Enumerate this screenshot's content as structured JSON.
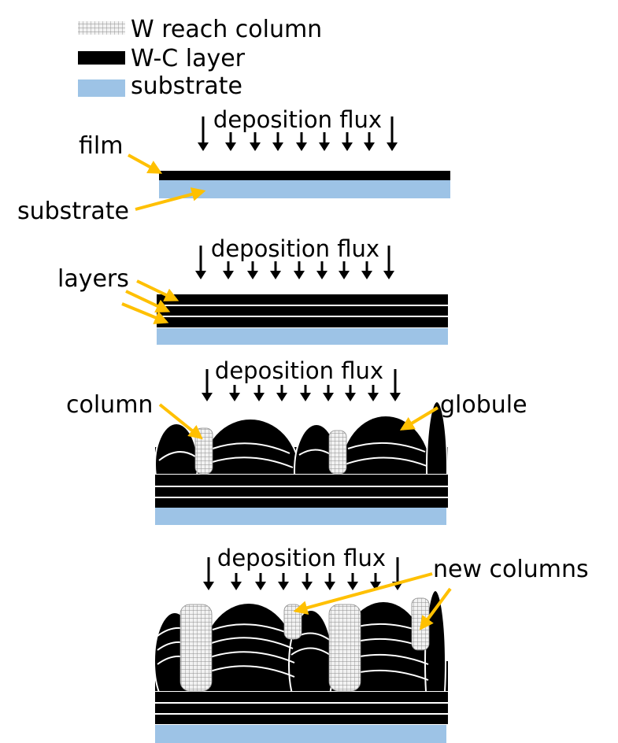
{
  "legend": {
    "items": [
      {
        "label": "W reach column",
        "swatch": "grid"
      },
      {
        "label": "W-C layer",
        "swatch": "black"
      },
      {
        "label": "substrate",
        "swatch": "blue"
      }
    ]
  },
  "panels": [
    {
      "flux_label": "deposition flux",
      "labels": [
        "film",
        "substrate"
      ]
    },
    {
      "flux_label": "deposition flux",
      "labels": [
        "layers"
      ]
    },
    {
      "flux_label": "deposition flux",
      "labels": [
        "column",
        "globule"
      ]
    },
    {
      "flux_label": "deposition flux",
      "labels": [
        "new columns"
      ]
    }
  ],
  "colors": {
    "substrate": "#9dc3e6",
    "layer": "#000000",
    "arrow": "#ffc000",
    "column_fill": "#f2f2f2",
    "column_grid": "#8c8c8c"
  }
}
